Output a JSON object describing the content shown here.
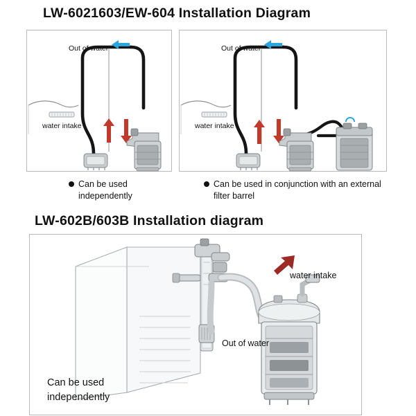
{
  "sections": [
    {
      "title": "LW-6021603/EW-604 Installation Diagram",
      "panels": [
        {
          "id": "panel-a",
          "labels": {
            "out_of_water": "Out of water",
            "water_intake": "water intake"
          },
          "caption": "Can be used independently"
        },
        {
          "id": "panel-b",
          "labels": {
            "out_of_water": "Out of water",
            "water_intake": "water intake"
          },
          "caption": "Can be used in conjunction with an external filter barrel"
        }
      ]
    },
    {
      "title": "LW-602B/603B Installation diagram",
      "panels": [
        {
          "id": "panel-c",
          "labels": {
            "water_intake": "water intake",
            "out_of_water": "Out of water"
          },
          "caption": "Can be used independently"
        }
      ]
    }
  ],
  "colors": {
    "arrow_red": "#c0392b",
    "arrow_blue": "#2aa5dd",
    "arrow_dark_red": "#9c2b25",
    "hose_black": "#151515",
    "hose_gray": "#b9bdc0",
    "outline_gray": "#8d9295",
    "tank_fill": "#f2f4f5",
    "body_gray": "#cfd3d6",
    "panel_border": "#b9b9b9",
    "text": "#111111"
  },
  "icons": {
    "bullet": "bullet-dot-icon",
    "arrow_up": "arrow-up-icon",
    "arrow_down": "arrow-down-icon",
    "arrow_left": "arrow-left-icon"
  }
}
